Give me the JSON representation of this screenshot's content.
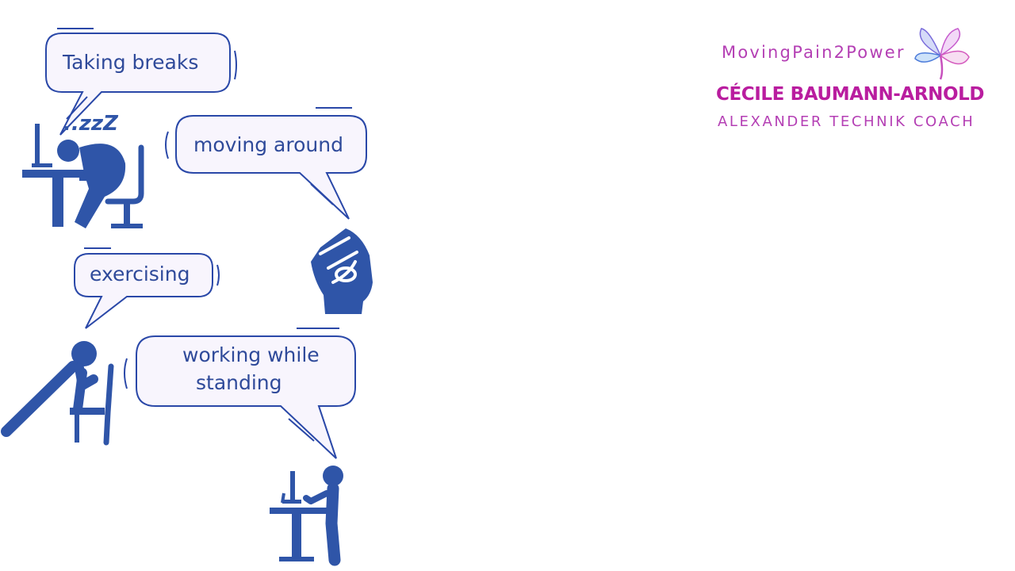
{
  "colors": {
    "figure": "#2f55a8",
    "bubble_stroke": "#2a48a8",
    "bubble_fill": "#f8f5fd",
    "bubble_text": "#2f4a9a",
    "brand": "#b43fb4",
    "brand_strong": "#b91d9f"
  },
  "bubbles": {
    "taking_breaks": "Taking breaks",
    "moving_around": "moving around",
    "exercising": "exercising",
    "working_standing_line1": "working while",
    "working_standing_line2": "standing"
  },
  "sleep_marks": "..zzZ",
  "brand": {
    "name": "MovingPain2Power",
    "coach_name": "CÉCILE BAUMANN-ARNOLD",
    "coach_role": "ALEXANDER TECHNIK COACH",
    "logo_icon": "fan-petal-logo-icon"
  },
  "figures": [
    "sleeping-at-desk-icon",
    "fist-icon",
    "stretching-person-icon",
    "standing-desk-person-icon"
  ]
}
